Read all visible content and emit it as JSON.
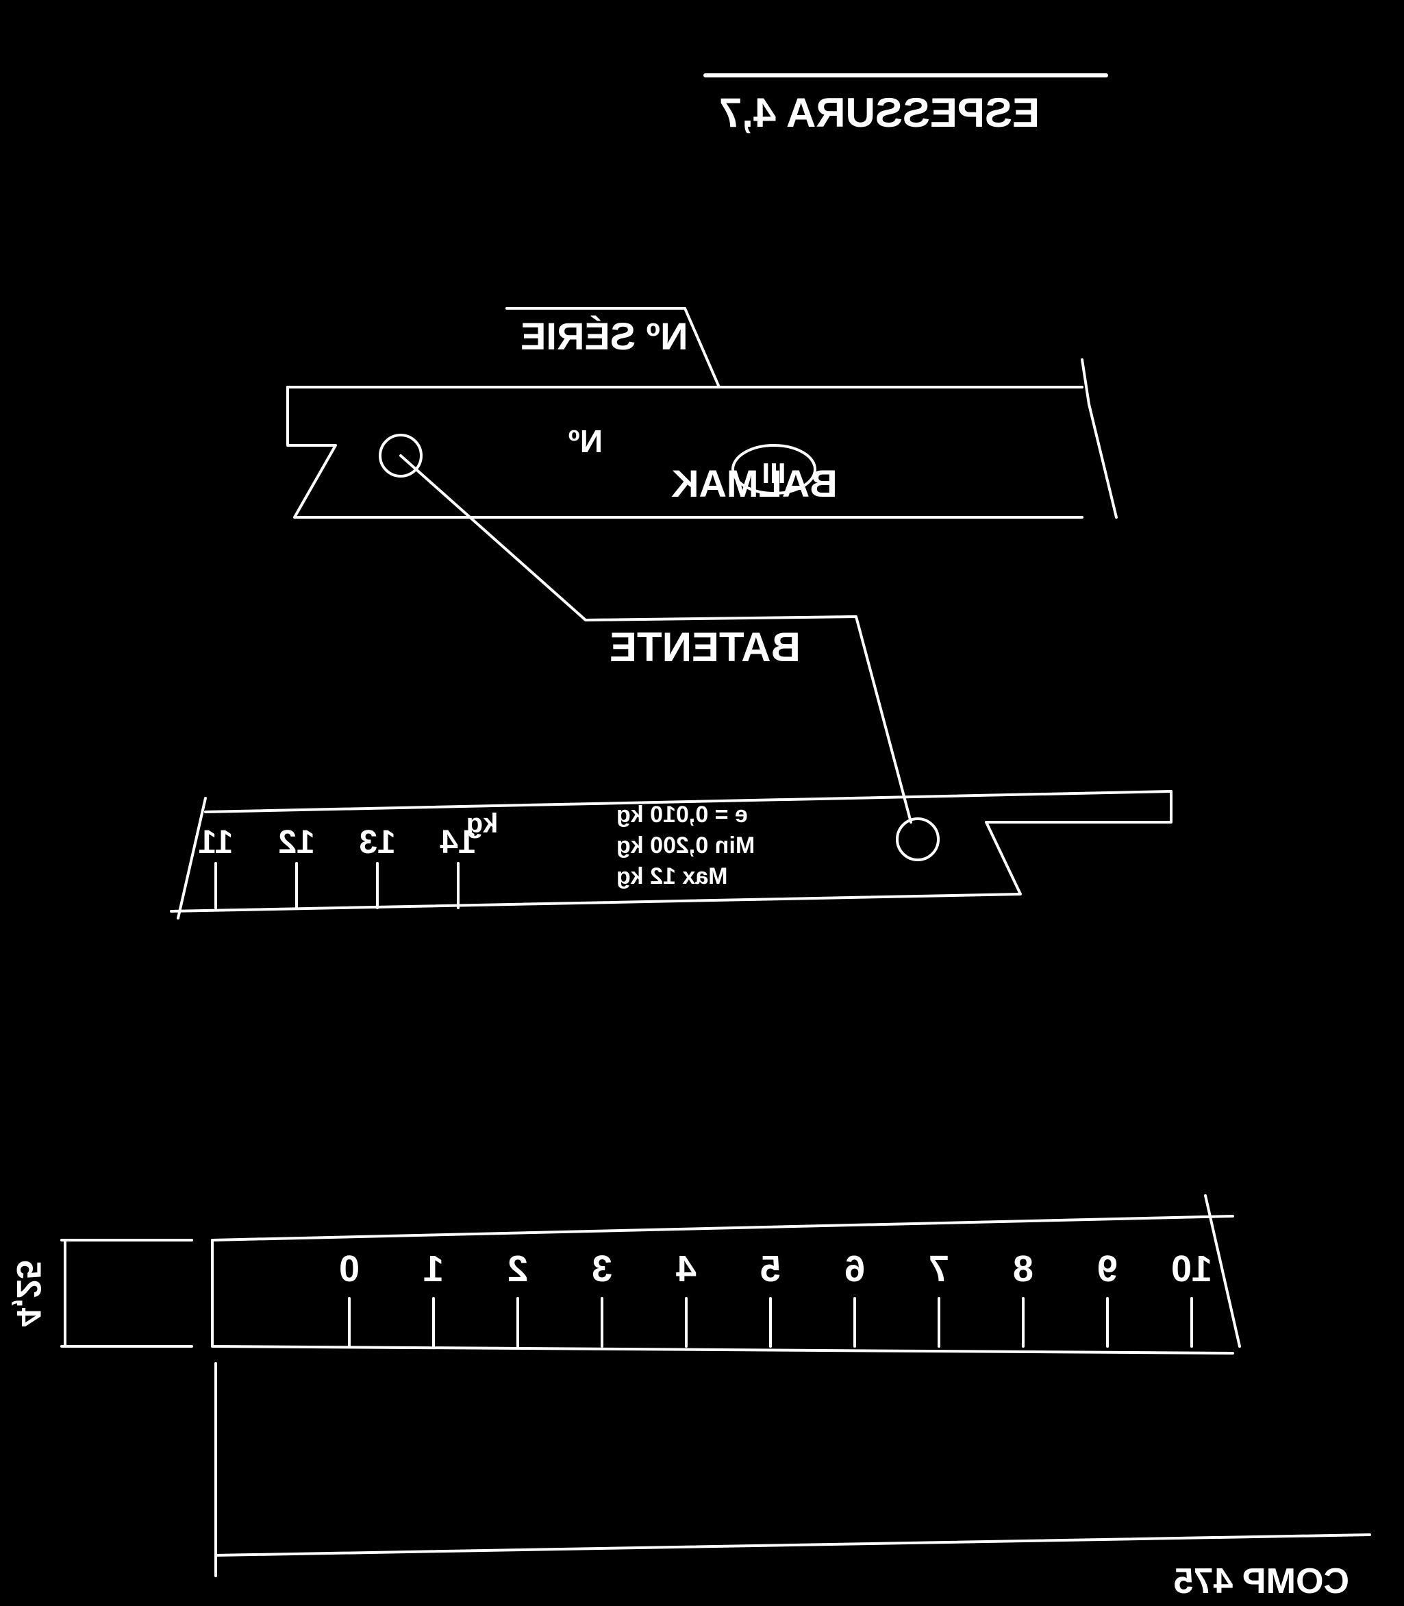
{
  "drawing": {
    "thickness_label": "ESPESSURA 4,7",
    "serial_label": "Nº SÉRIE",
    "number_label": "Nº",
    "brand": "BALMAK",
    "model_mark": "III",
    "part_label": "BATENTE",
    "upper_scale": {
      "ticks": [
        "11",
        "12",
        "13",
        "14"
      ],
      "unit": "kg",
      "spec_lines": [
        "e = 0,010 kg",
        "Min 0,200 kg",
        "Max 12 kg"
      ]
    },
    "lower_scale": {
      "ticks": [
        "0",
        "1",
        "2",
        "3",
        "4",
        "5",
        "6",
        "7",
        "8",
        "9",
        "10"
      ]
    },
    "height_label": "4,25",
    "length_label": "COMP 475"
  },
  "colors": {
    "background": "#000000",
    "ink": "#ffffff"
  }
}
